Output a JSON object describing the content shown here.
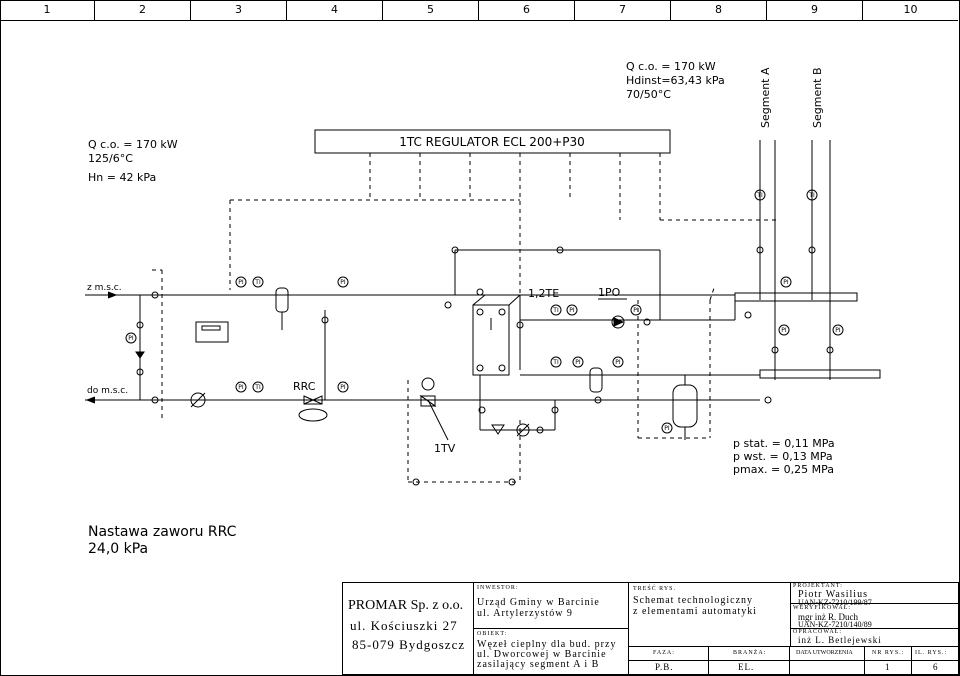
{
  "header": {
    "columns": [
      "1",
      "2",
      "3",
      "4",
      "5",
      "6",
      "7",
      "8",
      "9",
      "10"
    ]
  },
  "left_params": {
    "q": "Q c.o. = 170 kW",
    "temp": "125/6°C",
    "hn": "Hn = 42 kPa"
  },
  "right_params": {
    "q": "Q c.o.  = 170 kW",
    "hdinst": "Hdinst=63,43 kPa",
    "temp": "70/50°C"
  },
  "regulator": "1TC REGULATOR ECL 200+P30",
  "segments": [
    "Segment A",
    "Segment B"
  ],
  "pipe_labels": {
    "supply": "z m.s.c.",
    "return": "do m.s.c."
  },
  "device_labels": {
    "he": "1,2TE",
    "pump": "1PO",
    "rrc": "RRC",
    "valve": "1TV"
  },
  "instrument_labels": {
    "pi": "PI",
    "ti": "TI"
  },
  "pressures": {
    "stat": "p stat. = 0,11 MPa",
    "wst": "p wst. = 0,13 MPa",
    "max": "pmax. = 0,25 MPa"
  },
  "rrc_setting": {
    "title": "Nastawa zaworu RRC",
    "value": "24,0 kPa"
  },
  "title_block": {
    "company": "PROMAR Sp. z o.o.",
    "street": "ul. Kościuszki 27",
    "city": "85-079 Bydgoszcz",
    "inwestor_label": "INWESTOR:",
    "inwestor_1": "Urząd Gminy w Barcinie",
    "inwestor_2": "ul. Artylerzystów 9",
    "obiekt_label": "OBIEKT:",
    "obiekt_1": "Węzeł cieplny dla bud. przy",
    "obiekt_2": "ul. Dworcowej w Barcinie",
    "obiekt_3": "zasilający segment A i B",
    "tresc_label": "TREŚĆ RYS.",
    "tresc_1": "Schemat technologiczny",
    "tresc_2": "z elementami  automatyki",
    "projektant_label": "PROJEKTANT:",
    "projektant": "Piotr Wasilius",
    "projektant_id": "UAN-KZ-7210/199/87",
    "weryfikowal_label": "WERYFIKOWAŁ:",
    "weryfikowal": "mgr inż R. Duch",
    "weryfikowal_id": "UAN-KZ-7210/140/89",
    "opracowal_label": "OPRACOWAŁ:",
    "opracowal": "inż L. Betlejewski",
    "faza_label": "FAZA:",
    "branza_label": "BRANŻA:",
    "data_label": "DATA UTWORZENIA",
    "nr_label": "NR RYS.:",
    "il_label": "IL. RYS.:",
    "faza": "P.B.",
    "branza": "EL.",
    "nr": "1",
    "il": "6"
  }
}
